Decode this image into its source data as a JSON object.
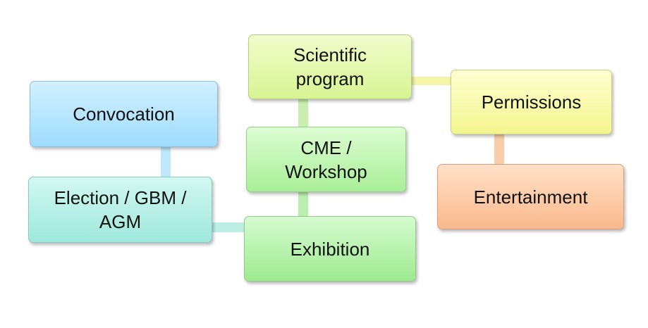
{
  "diagram": {
    "nodes": {
      "convocation": "Convocation",
      "election": "Election / GBM /\nAGM",
      "scientific_program": "Scientific\nprogram",
      "cme_workshop": "CME /\nWorkshop",
      "exhibition": "Exhibition",
      "permissions": "Permissions",
      "entertainment": "Entertainment"
    },
    "connections": [
      [
        "convocation",
        "election"
      ],
      [
        "election",
        "exhibition"
      ],
      [
        "scientific_program",
        "cme_workshop"
      ],
      [
        "cme_workshop",
        "exhibition"
      ],
      [
        "scientific_program",
        "permissions"
      ],
      [
        "permissions",
        "entertainment"
      ]
    ],
    "colors": {
      "convocation": "#b7e6fd",
      "election": "#b6f0e6",
      "scientific_program": "#e4f8ad",
      "cme_workshop": "#c0f5b3",
      "exhibition": "#b8f2ad",
      "permissions": "#f8f9ab",
      "entertainment": "#fccbab"
    }
  }
}
